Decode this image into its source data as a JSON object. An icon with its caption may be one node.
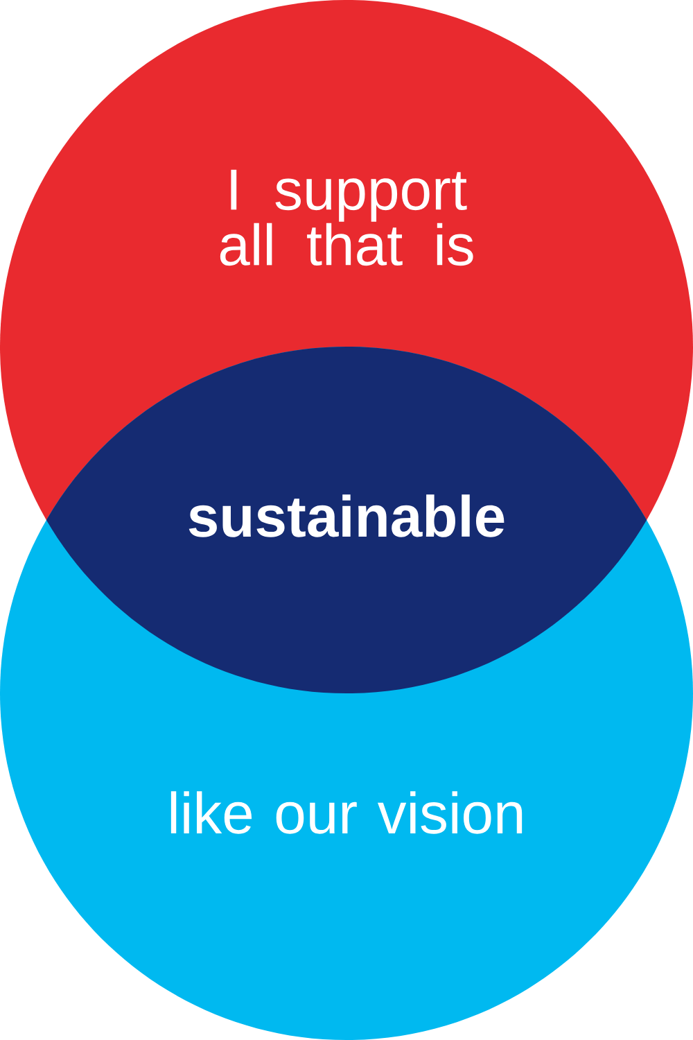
{
  "diagram": {
    "nodes": [
      {
        "text": [
          "I support all that is"
        ]
      },
      {
        "text": [
          "like our vision"
        ]
      },
      {
        "text": [
          "sustainable"
        ]
      }
    ]
  }
}
